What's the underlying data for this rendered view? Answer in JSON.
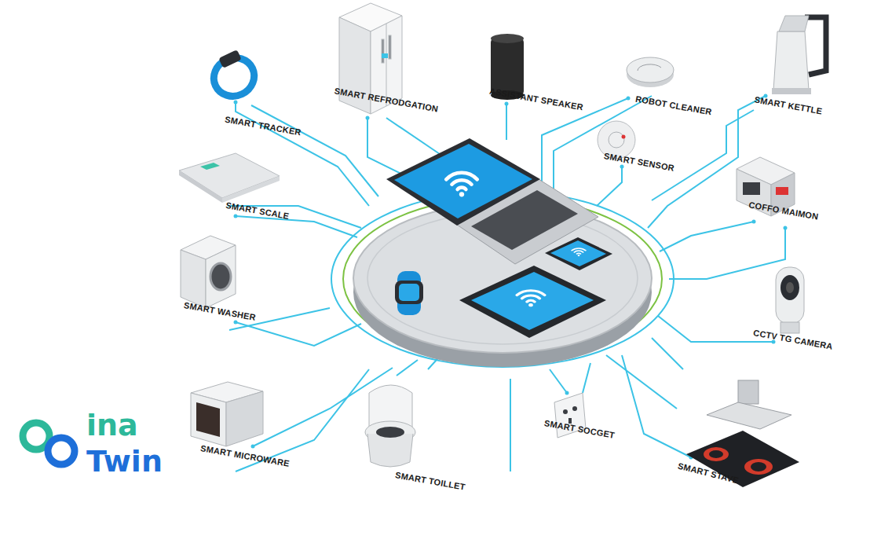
{
  "diagram": {
    "labels": [
      "SMART TRACKER",
      "SMART REFRODGATION",
      "ASSISTANT SPEAKER",
      "ROBOT CLEANER",
      "SMART KETTLE",
      "SMART SENSOR",
      "SMART SCALE",
      "COFFO MAIMON",
      "SMART WASHER",
      "CCTV TG CAMERA",
      "SMART MICROWARE",
      "SMART TOILLET",
      "SMART SOCGET",
      "SMART STAVE",
      "ina",
      "Twin"
    ]
  }
}
